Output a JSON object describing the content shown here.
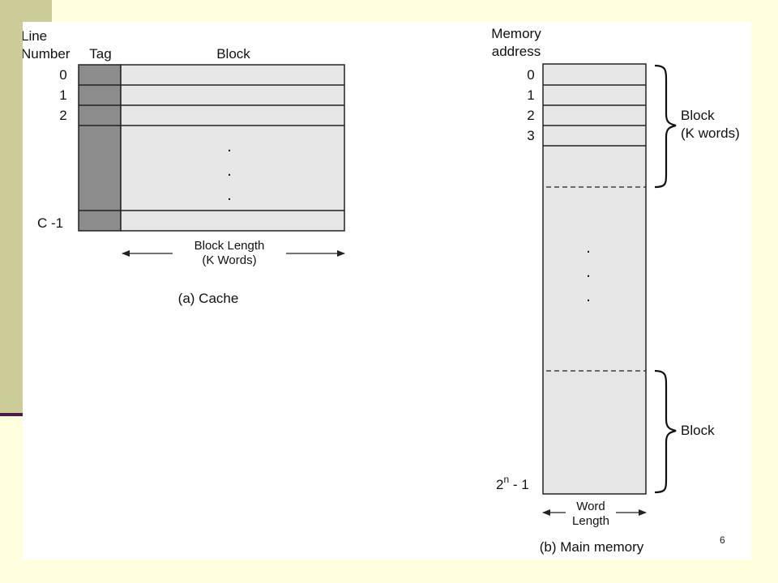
{
  "cache": {
    "line_header_1": "Line",
    "line_header_2": "Number",
    "tag_header": "Tag",
    "block_header": "Block",
    "rows": [
      "0",
      "1",
      "2",
      "C -1"
    ],
    "dots": ".",
    "length_label_1": "Block Length",
    "length_label_2": "(K Words)",
    "caption": "(a) Cache"
  },
  "memory": {
    "header_1": "Memory",
    "header_2": "address",
    "rows": [
      "0",
      "1",
      "2",
      "3"
    ],
    "last_row_base": "2",
    "last_row_exp": "n",
    "last_row_suffix": " - 1",
    "dots": ".",
    "brace_label_top_1": "Block",
    "brace_label_top_2": "(K words)",
    "brace_label_bottom": "Block",
    "width_label_1": "Word",
    "width_label_2": "Length",
    "caption": "(b) Main memory"
  },
  "page_number": "6",
  "colors": {
    "background": "#ffffe0",
    "sidebar": "#cccc99",
    "accent": "#4a1a4a",
    "cell_fill": "#e6e6e6",
    "tag_fill": "#8c8c8c"
  }
}
